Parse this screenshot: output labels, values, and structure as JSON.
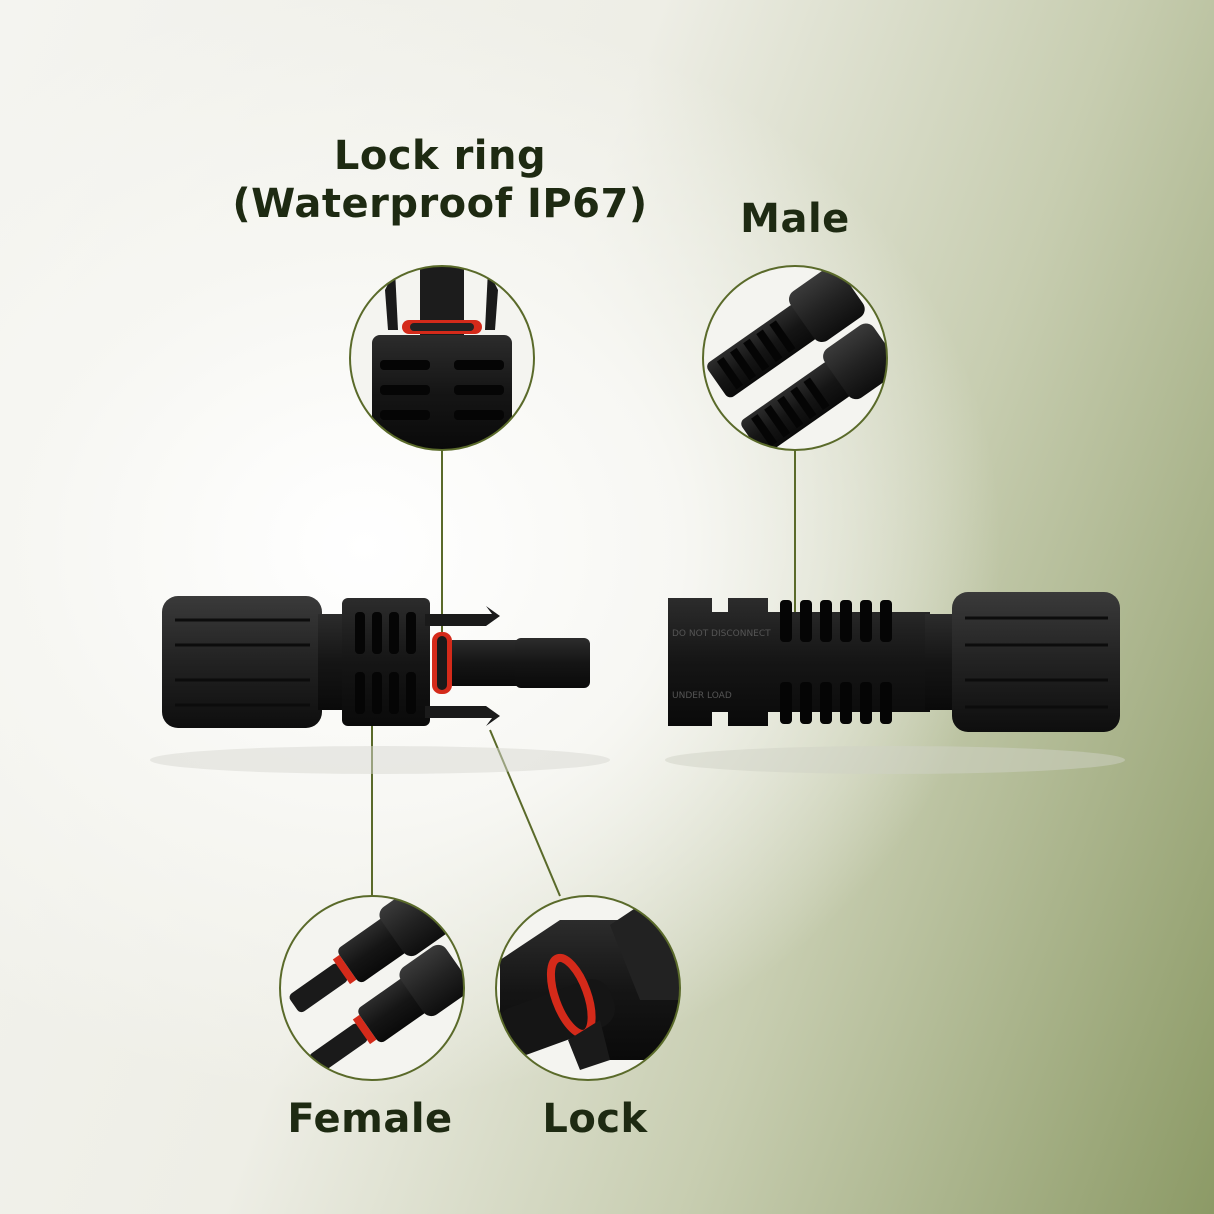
{
  "labels": {
    "lock_ring_line1": "Lock ring",
    "lock_ring_line2": "(Waterproof IP67)",
    "male": "Male",
    "female": "Female",
    "lock": "Lock"
  },
  "connector_text": {
    "male_line1": "DO NOT DISCONNECT",
    "male_line2": "UNDER LOAD"
  },
  "colors": {
    "label_text": "#1e2a12",
    "callout_line": "#5a6a2a",
    "ring_red": "#d42a1a",
    "connector_body": "#1a1a1a"
  },
  "icons": {
    "lockring_closeup": "lock-ring-closeup-icon",
    "male_closeup": "male-connectors-closeup-icon",
    "female_closeup": "female-connectors-closeup-icon",
    "lock_closeup": "lock-closeup-icon"
  }
}
